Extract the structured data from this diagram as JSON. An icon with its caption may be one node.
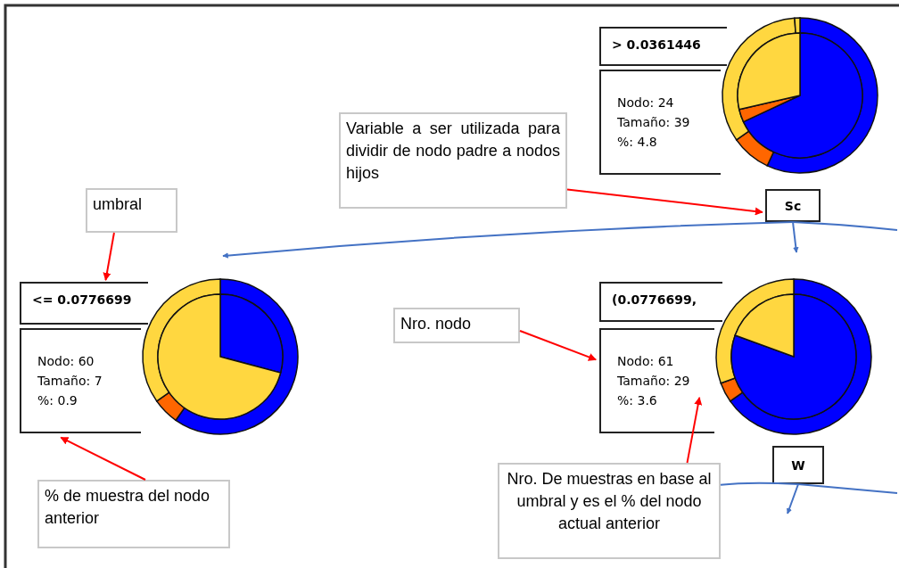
{
  "diagram": {
    "nodes": [
      {
        "text": [
          "> 0.0361446"
        ]
      },
      {
        "text": [
          "Nodo: 24",
          "Tamaño: 39",
          "%: 4.8"
        ]
      },
      {
        "text": [
          "Variable a ser utilizada para dividir de nodo padre a nodos hijos"
        ]
      },
      {
        "text": [
          "Sc"
        ]
      },
      {
        "text": [
          "umbral"
        ]
      },
      {
        "text": [
          "<= 0.0776699"
        ]
      },
      {
        "text": [
          "Nodo: 60",
          "Tamaño: 7",
          "%: 0.9"
        ]
      },
      {
        "text": [
          "Nro. nodo"
        ]
      },
      {
        "text": [
          "(0.0776699,"
        ]
      },
      {
        "text": [
          "Nodo: 61",
          "Tamaño: 29",
          "%: 3.6"
        ]
      },
      {
        "text": [
          "% de muestra del nodo anterior"
        ]
      },
      {
        "text": [
          "Nro. De muestras en base al umbral y es el % del nodo actual anterior"
        ]
      },
      {
        "text": [
          "W"
        ]
      }
    ],
    "edges": [
      {
        "from": 2,
        "to": 3,
        "arrow": "to",
        "color": "#ff0000"
      },
      {
        "from": 4,
        "to": 5,
        "arrow": "to",
        "color": "#ff0000"
      },
      {
        "from": 7,
        "to": 9,
        "arrow": "to",
        "color": "#ff0000"
      },
      {
        "from": 10,
        "to": 6,
        "arrow": "to",
        "color": "#ff0000"
      },
      {
        "from": 11,
        "to": 9,
        "arrow": "to",
        "color": "#ff0000"
      },
      {
        "from": 3,
        "to": null,
        "arrow": "to",
        "color": "#4472c4"
      },
      {
        "from": 3,
        "to": null,
        "arrow": "to",
        "color": "#4472c4"
      },
      {
        "from": 3,
        "to": null,
        "arrow": "none",
        "color": "#4472c4"
      },
      {
        "from": 12,
        "to": null,
        "arrow": "to",
        "color": "#4472c4"
      },
      {
        "from": 12,
        "to": 11,
        "arrow": "none",
        "color": "#4472c4"
      },
      {
        "from": 12,
        "to": null,
        "arrow": "none",
        "color": "#4472c4"
      }
    ]
  }
}
